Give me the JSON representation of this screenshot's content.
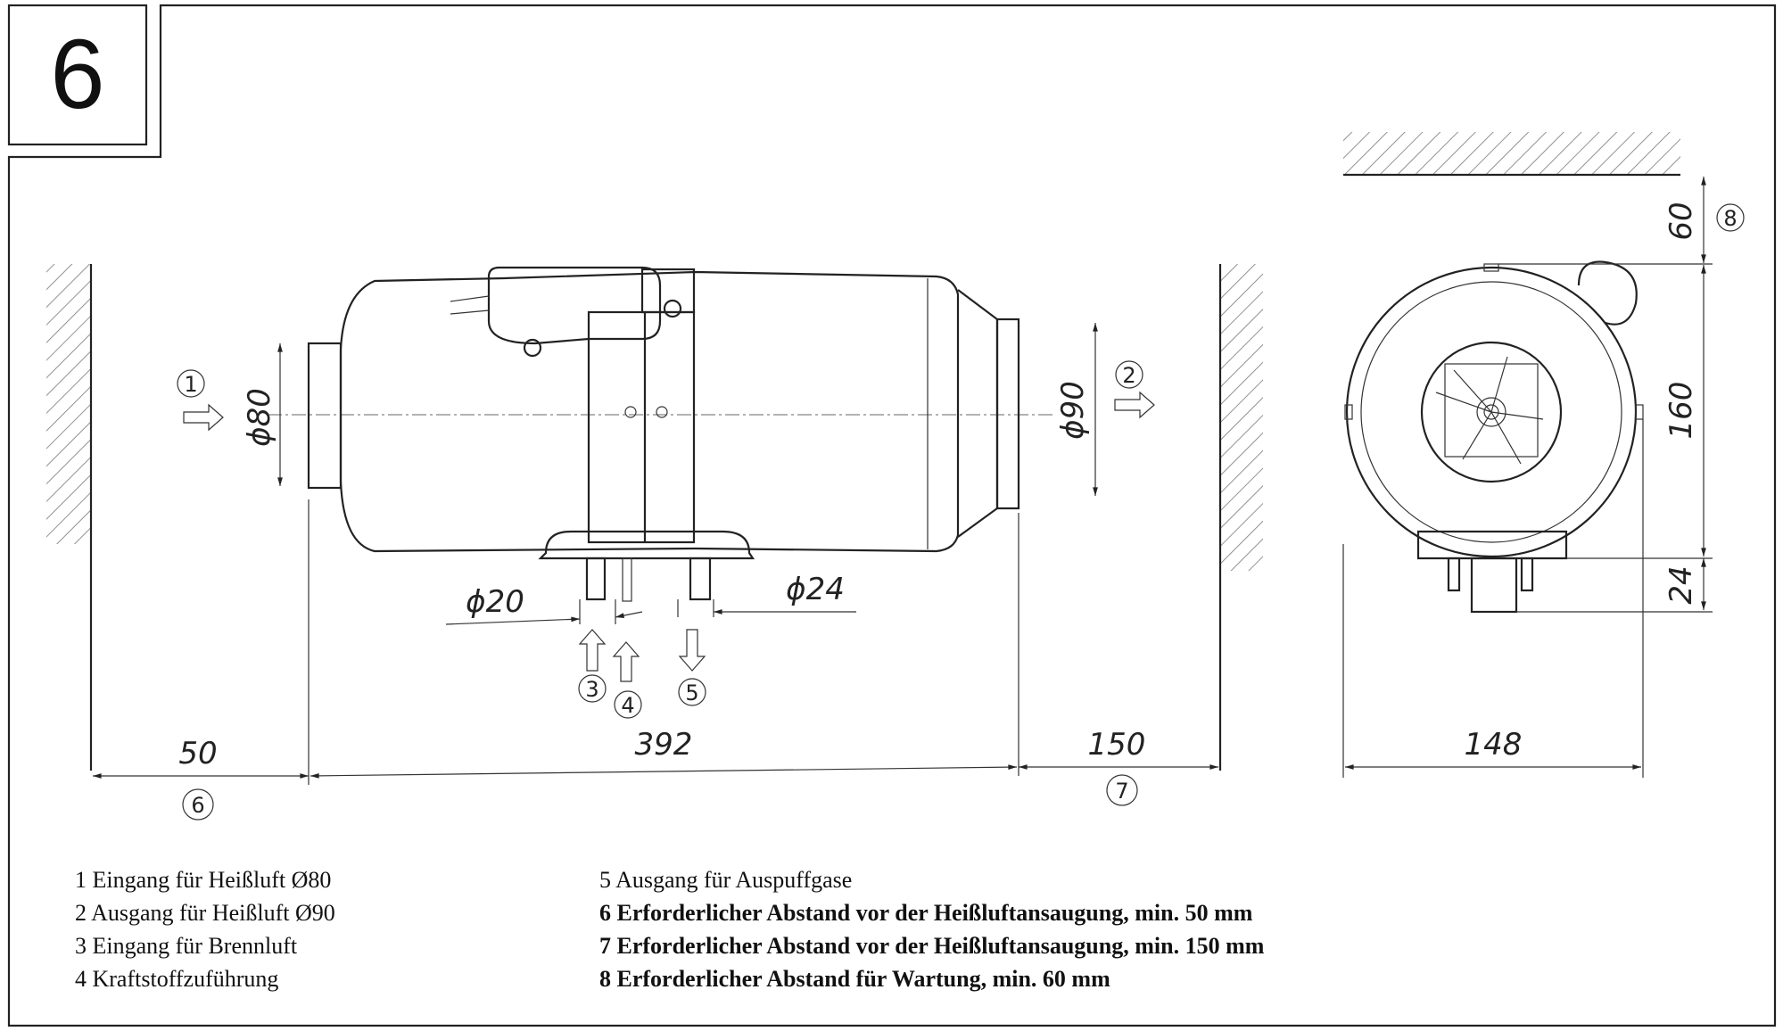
{
  "step_number": "6",
  "dimensions": {
    "d_inlet": "ϕ80",
    "d_outlet": "ϕ90",
    "d_air": "ϕ20",
    "d_exhaust": "ϕ24",
    "gap_front": "50",
    "length": "392",
    "gap_rear": "150",
    "width": "148",
    "gap_top": "60",
    "height": "160",
    "pipe_len": "24"
  },
  "callouts": [
    "1",
    "2",
    "3",
    "4",
    "5",
    "6",
    "7",
    "8"
  ],
  "legend": {
    "left": [
      "1 Eingang für Heißluft Ø80",
      "2 Ausgang für Heißluft Ø90",
      "3 Eingang für Brennluft",
      "4 Kraftstoffzuführung"
    ],
    "right": [
      "5 Ausgang für Auspuffgase",
      "6 Erforderlicher Abstand vor der Heißluftansaugung, min. 50 mm",
      "7 Erforderlicher Abstand vor der Heißluftansaugung, min. 150 mm",
      "8 Erforderlicher Abstand für Wartung, min. 60 mm"
    ]
  }
}
